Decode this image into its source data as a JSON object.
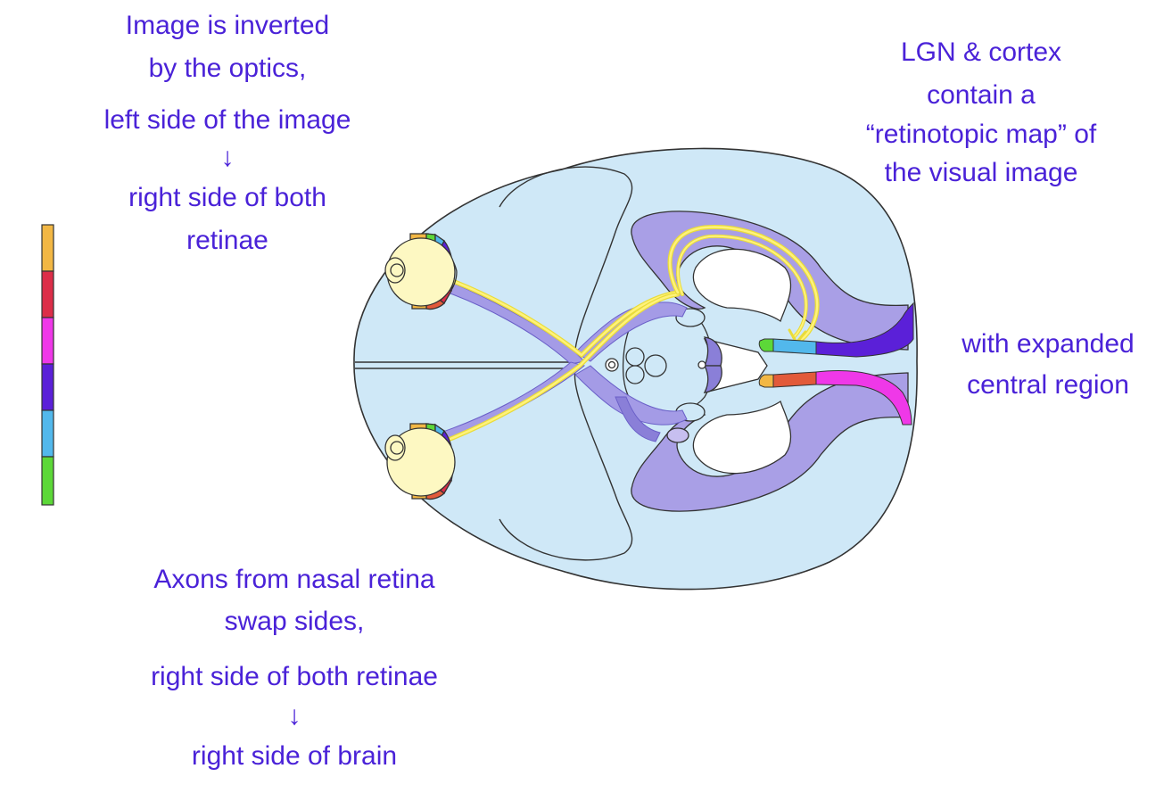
{
  "annotations": {
    "inversion": {
      "line1": "Image is inverted",
      "line2": "by the optics,",
      "line3": "left side of the image",
      "arrow": "↓",
      "line4": "right side of both",
      "line5": "retinae"
    },
    "map": {
      "line1": "LGN & cortex",
      "line2": "contain a",
      "line3": "“retinotopic map” of",
      "line4": "the visual image"
    },
    "expanded": {
      "line1": "with expanded",
      "line2": "central region"
    },
    "crossing": {
      "line1": "Axons from nasal retina",
      "line2": "swap sides,",
      "line3": "right side of both retinae",
      "arrow": "↓",
      "line4": "right side of brain"
    }
  },
  "colors": {
    "text": "#4a22d8",
    "brain_fill": "#cfe8f7",
    "brain_outline": "#333333",
    "pathway": "#a49be6",
    "pathway_dark": "#8a7fd8",
    "axon_highlight": "#fff27a",
    "eye_fill": "#fdf8c2",
    "field_segments": [
      "#f2b744",
      "#dc2e49",
      "#ef38e8",
      "#5b20d8",
      "#52b8ec",
      "#5cd838"
    ]
  }
}
